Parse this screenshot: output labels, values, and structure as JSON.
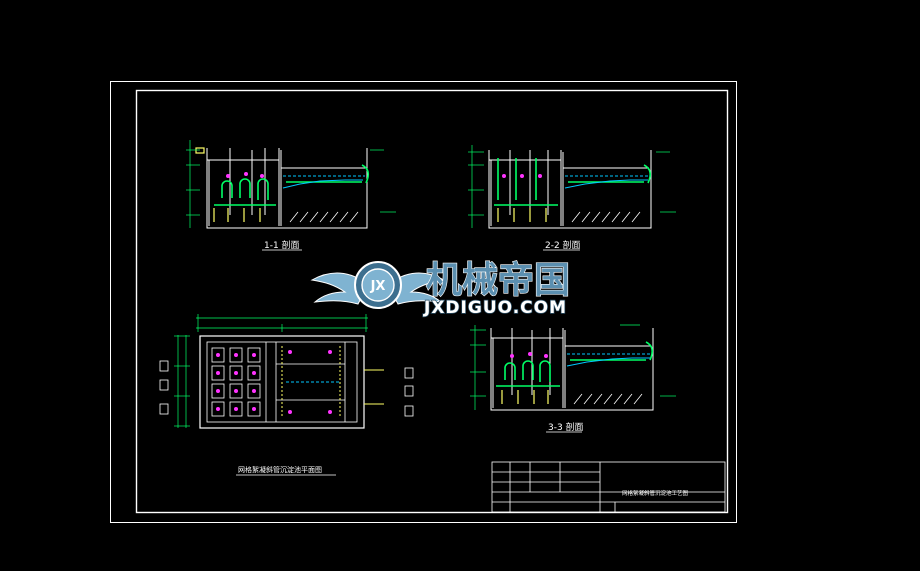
{
  "drawing": {
    "colors": {
      "background": "#000000",
      "frame": "#ffffff",
      "wall": "#ffffff",
      "pipe": "#00ff66",
      "water": "#00c8ff",
      "dim": "#00ff66",
      "accent": "#ff33ff",
      "tag": "#ffff66"
    },
    "sections": [
      {
        "id": "s1",
        "label": "1-1 剖面"
      },
      {
        "id": "s2",
        "label": "2-2 剖面"
      },
      {
        "id": "s3",
        "label": "3-3 剖面"
      }
    ],
    "plan": {
      "label": "网格絮凝斜管沉淀池平面图"
    },
    "title_block": {
      "title": "网格絮凝斜管沉淀池工艺图"
    },
    "watermark": {
      "name_cn": "机械帝国",
      "name_en": "JXDIGUO.COM",
      "logo_text": "JX"
    }
  }
}
